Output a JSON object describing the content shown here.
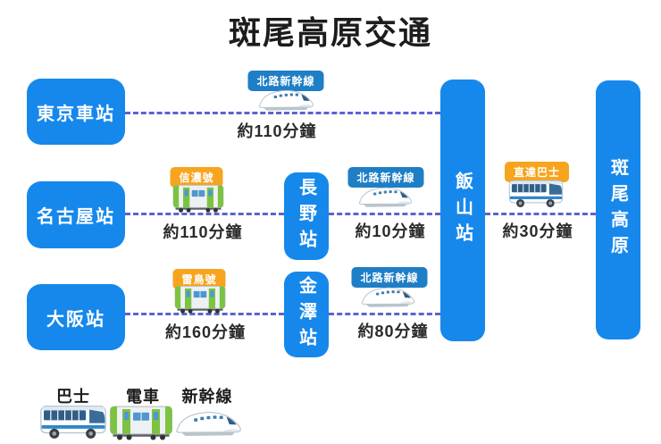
{
  "title": "斑尾高原交通",
  "stations": {
    "tokyo": "東京車站",
    "nagoya": "名古屋站",
    "osaka": "大阪站",
    "nagano": "長野站",
    "kanazawa": "金澤站",
    "iiyama": "飯山站",
    "madarao": "斑尾高原"
  },
  "routes": [
    {
      "from": "東京車站",
      "to": "飯山站",
      "line": "北路新幹線",
      "mode": "新幹線",
      "duration": "約110分鐘"
    },
    {
      "from": "名古屋站",
      "to": "長野站",
      "line": "信濃號",
      "mode": "電車",
      "duration": "約110分鐘"
    },
    {
      "from": "長野站",
      "to": "飯山站",
      "line": "北路新幹線",
      "mode": "新幹線",
      "duration": "約10分鐘"
    },
    {
      "from": "大阪站",
      "to": "金澤站",
      "line": "雷鳥號",
      "mode": "電車",
      "duration": "約160分鐘"
    },
    {
      "from": "金澤站",
      "to": "飯山站",
      "line": "北路新幹線",
      "mode": "新幹線",
      "duration": "約80分鐘"
    },
    {
      "from": "飯山站",
      "to": "斑尾高原",
      "line": "直達巴士",
      "mode": "巴士",
      "duration": "約30分鐘"
    }
  ],
  "legend": {
    "items": [
      {
        "label": "巴士",
        "icon": "bus-icon"
      },
      {
        "label": "電車",
        "icon": "train-icon"
      },
      {
        "label": "新幹線",
        "icon": "shinkansen-icon"
      }
    ]
  },
  "colors": {
    "station_blue": "#1688ec",
    "badge_blue": "#1e7ec6",
    "badge_orange": "#f7a41e",
    "dashed_line": "#5a65cd",
    "train_green": "#7cc342",
    "window_blue": "#3f7fb0"
  }
}
